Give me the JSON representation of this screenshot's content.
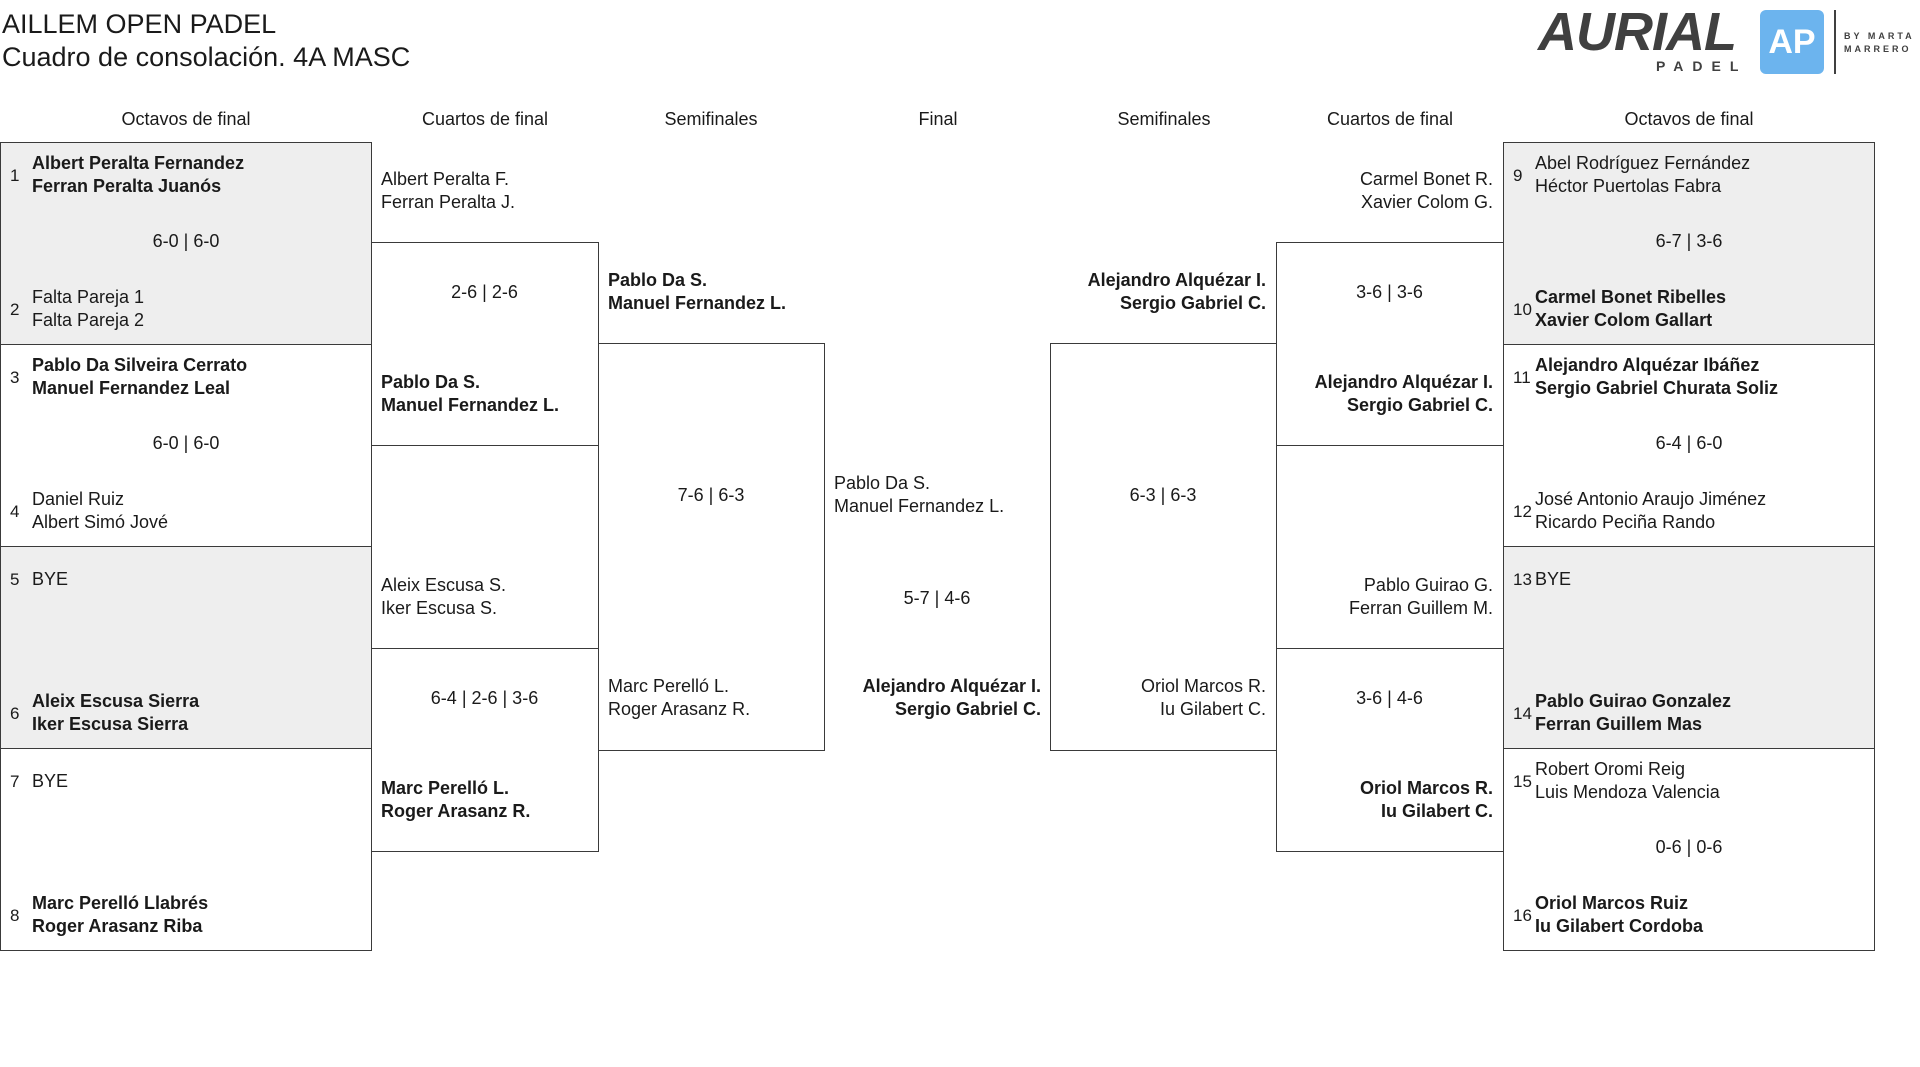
{
  "header": {
    "title": "AILLEM OPEN PADEL",
    "subtitle": "Cuadro de consolación. 4A MASC"
  },
  "logo": {
    "brand": "AURIAL",
    "sub": "PADEL",
    "mark": "AP",
    "by_line1": "BY MARTA",
    "by_line2": "MARRERO",
    "color": "#6cb4ee"
  },
  "rounds": [
    "Octavos de final",
    "Cuartos de final",
    "Semifinales",
    "Final",
    "Semifinales",
    "Cuartos de final",
    "Octavos de final"
  ],
  "r16_left": [
    {
      "score": "6-0 | 6-0",
      "a": {
        "seed": "1",
        "players": [
          "Albert Peralta Fernandez",
          "Ferran Peralta Juanós"
        ],
        "winner": true
      },
      "b": {
        "seed": "2",
        "players": [
          "Falta Pareja 1",
          "Falta Pareja 2"
        ],
        "winner": false
      }
    },
    {
      "score": "6-0 | 6-0",
      "a": {
        "seed": "3",
        "players": [
          "Pablo Da Silveira Cerrato",
          "Manuel Fernandez Leal"
        ],
        "winner": true
      },
      "b": {
        "seed": "4",
        "players": [
          "Daniel Ruiz",
          "Albert Simó Jové"
        ],
        "winner": false
      }
    },
    {
      "score": "",
      "a": {
        "seed": "5",
        "players": [
          "BYE"
        ],
        "winner": false
      },
      "b": {
        "seed": "6",
        "players": [
          "Aleix Escusa Sierra",
          "Iker Escusa Sierra"
        ],
        "winner": true
      }
    },
    {
      "score": "",
      "a": {
        "seed": "7",
        "players": [
          "BYE"
        ],
        "winner": false
      },
      "b": {
        "seed": "8",
        "players": [
          "Marc Perelló Llabrés",
          "Roger Arasanz Riba"
        ],
        "winner": true
      }
    }
  ],
  "r16_right": [
    {
      "score": "6-7 | 3-6",
      "a": {
        "seed": "9",
        "players": [
          "Abel Rodríguez Fernández",
          "Héctor Puertolas Fabra"
        ],
        "winner": false
      },
      "b": {
        "seed": "10",
        "players": [
          "Carmel Bonet Ribelles",
          "Xavier Colom Gallart"
        ],
        "winner": true
      }
    },
    {
      "score": "6-4 | 6-0",
      "a": {
        "seed": "11",
        "players": [
          "Alejandro Alquézar Ibáñez",
          "Sergio Gabriel Churata Soliz"
        ],
        "winner": true
      },
      "b": {
        "seed": "12",
        "players": [
          "José Antonio Araujo Jiménez",
          "Ricardo Peciña Rando"
        ],
        "winner": false
      }
    },
    {
      "score": "",
      "a": {
        "seed": "13",
        "players": [
          "BYE"
        ],
        "winner": false
      },
      "b": {
        "seed": "14",
        "players": [
          "Pablo Guirao Gonzalez",
          "Ferran Guillem Mas"
        ],
        "winner": true
      }
    },
    {
      "score": "0-6 | 0-6",
      "a": {
        "seed": "15",
        "players": [
          "Robert Oromi Reig",
          "Luis Mendoza Valencia"
        ],
        "winner": false
      },
      "b": {
        "seed": "16",
        "players": [
          "Oriol Marcos Ruiz",
          "Iu Gilabert Cordoba"
        ],
        "winner": true
      }
    }
  ],
  "qf_left": [
    {
      "score": "2-6 | 2-6",
      "a": {
        "players": [
          "Albert Peralta F.",
          "Ferran Peralta J."
        ],
        "winner": false
      },
      "b": {
        "players": [
          "Pablo Da S.",
          "Manuel Fernandez L."
        ],
        "winner": true
      }
    },
    {
      "score": "6-4 | 2-6 | 3-6",
      "a": {
        "players": [
          "Aleix Escusa S.",
          "Iker Escusa S."
        ],
        "winner": false
      },
      "b": {
        "players": [
          "Marc Perelló L.",
          "Roger Arasanz R."
        ],
        "winner": true
      }
    }
  ],
  "qf_right": [
    {
      "score": "3-6 | 3-6",
      "a": {
        "players": [
          "Carmel Bonet R.",
          "Xavier Colom G."
        ],
        "winner": false
      },
      "b": {
        "players": [
          "Alejandro Alquézar I.",
          "Sergio Gabriel C."
        ],
        "winner": true
      }
    },
    {
      "score": "3-6 | 4-6",
      "a": {
        "players": [
          "Pablo Guirao G.",
          "Ferran Guillem M."
        ],
        "winner": false
      },
      "b": {
        "players": [
          "Oriol Marcos R.",
          "Iu Gilabert C."
        ],
        "winner": true
      }
    }
  ],
  "sf_left": {
    "score": "7-6 | 6-3",
    "a": {
      "players": [
        "Pablo Da S.",
        "Manuel Fernandez L."
      ],
      "winner": true
    },
    "b": {
      "players": [
        "Marc Perelló L.",
        "Roger Arasanz R."
      ],
      "winner": false
    }
  },
  "sf_right": {
    "score": "6-3 | 6-3",
    "a": {
      "players": [
        "Alejandro Alquézar I.",
        "Sergio Gabriel C."
      ],
      "winner": true
    },
    "b": {
      "players": [
        "Oriol Marcos R.",
        "Iu Gilabert C."
      ],
      "winner": false
    }
  },
  "final": {
    "score": "5-7 | 4-6",
    "a": {
      "players": [
        "Pablo Da S.",
        "Manuel Fernandez L."
      ],
      "winner": false
    },
    "b": {
      "players": [
        "Alejandro Alquézar I.",
        "Sergio Gabriel C."
      ],
      "winner": true
    }
  }
}
